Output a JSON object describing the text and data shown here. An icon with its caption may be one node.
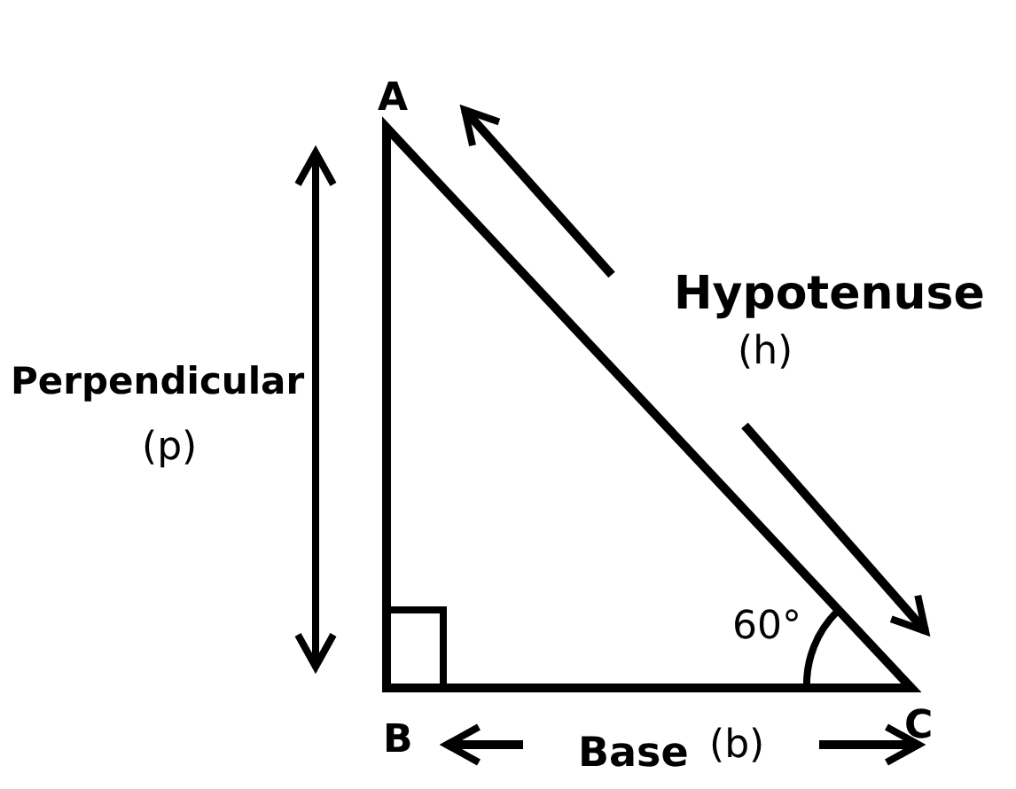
{
  "diagram": {
    "labels": [
      "A",
      "Hypotenuse",
      "(h)",
      "Perpendicular",
      "(p)",
      "60°",
      "B",
      "Base",
      "(b)",
      "C"
    ]
  }
}
